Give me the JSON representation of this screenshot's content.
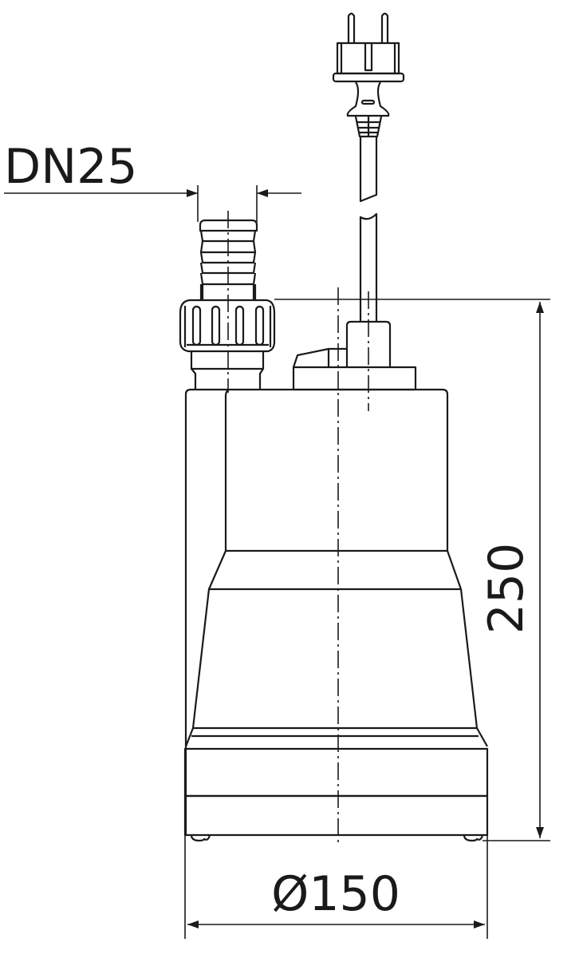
{
  "drawing": {
    "outlet_label": "DN25",
    "height_label": "250",
    "diameter_label": "Ø150",
    "line_color": "#1a1a1a"
  }
}
